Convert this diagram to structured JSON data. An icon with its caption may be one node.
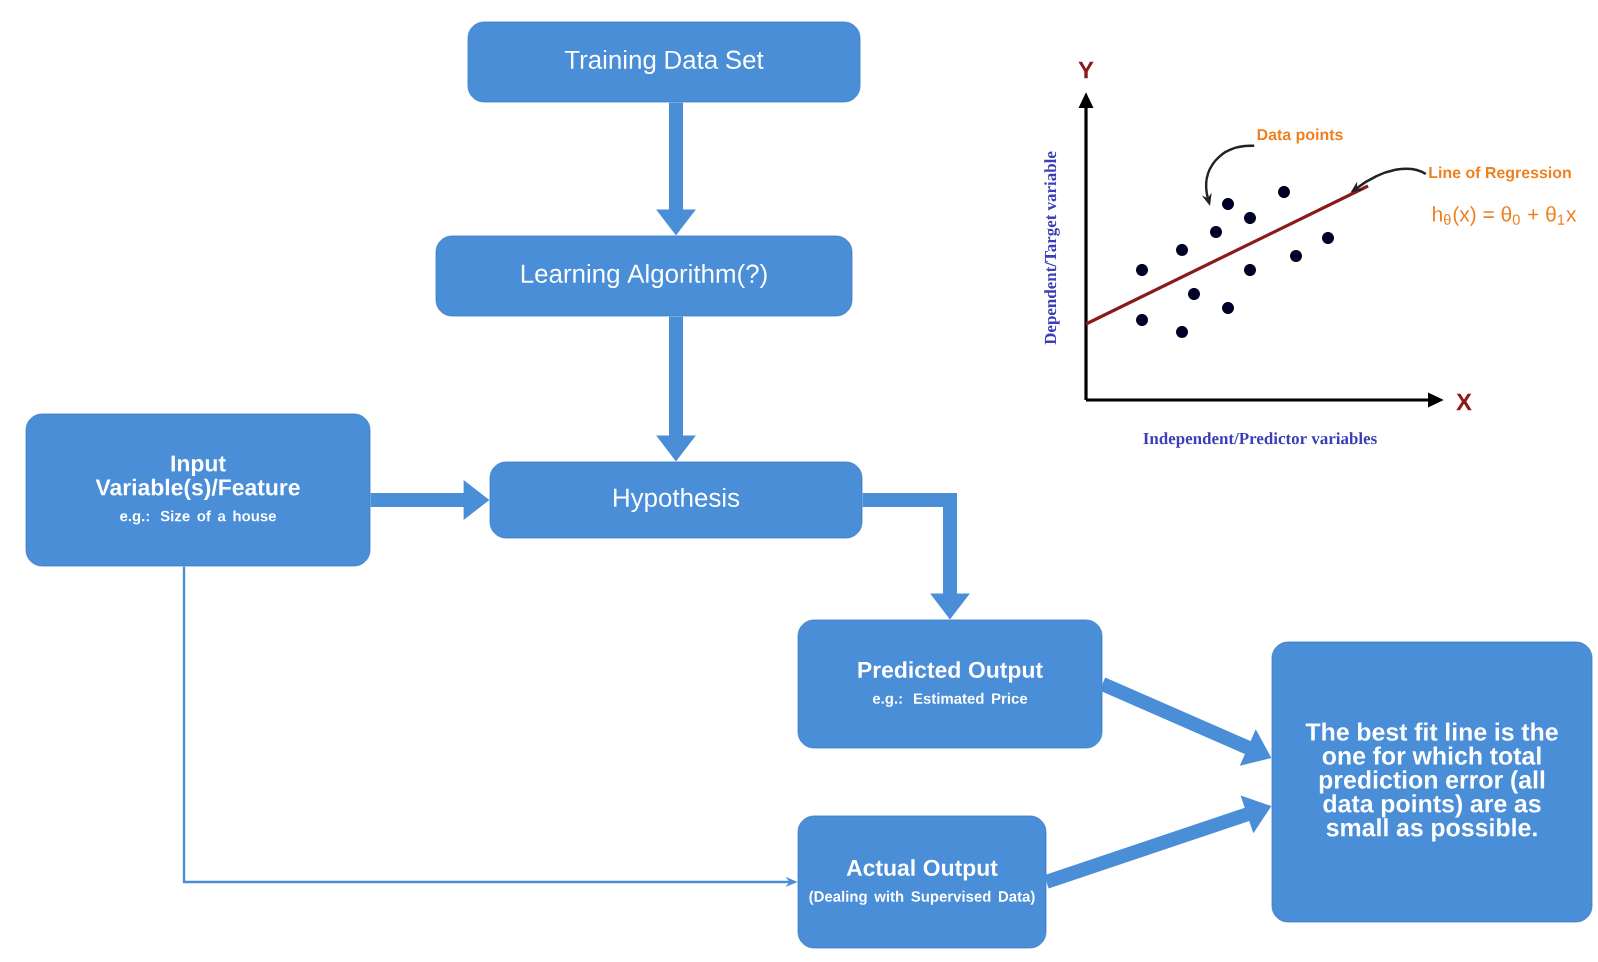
{
  "diagram": {
    "nodes": [
      {
        "text": [
          "Training Data Set"
        ]
      },
      {
        "text": [
          "Learning Algorithm(?)"
        ]
      },
      {
        "text": [
          "Input Variable(s)/Feature",
          "e.g.: Size of a house"
        ]
      },
      {
        "text": [
          "Hypothesis"
        ]
      },
      {
        "text": [
          "Predicted Output",
          "e.g.: Estimated Price"
        ]
      },
      {
        "text": [
          "Actual Output",
          "(Dealing with Supervised Data)"
        ]
      },
      {
        "text": [
          "The best fit line is the one for which total prediction error (all data points) are as small as possible."
        ]
      },
      {
        "text": [
          "Data points"
        ]
      },
      {
        "text": [
          "Line of Regression"
        ]
      },
      {
        "text": [],
        "shape": "line"
      }
    ],
    "edges": [
      {
        "from": 0,
        "to": 1,
        "arrow": "to"
      },
      {
        "from": 1,
        "to": 3,
        "arrow": "to"
      },
      {
        "from": 2,
        "to": 3,
        "arrow": "to"
      },
      {
        "from": 3,
        "to": 4,
        "arrow": "to"
      },
      {
        "from": 2,
        "to": 5,
        "arrow": "to"
      },
      {
        "from": 4,
        "to": 6,
        "arrow": "to"
      },
      {
        "from": 5,
        "to": 6,
        "arrow": "to"
      },
      {
        "from": 7,
        "to": null,
        "arrow": "to",
        "color": "#222222"
      },
      {
        "from": 8,
        "to": 9,
        "arrow": "to",
        "color": "#222222"
      }
    ],
    "labels": [
      "Y",
      "h$_{θ}$(x) = θ$_{0}$ + θ$_{1}$x",
      "Dependent/Target variable",
      "X",
      "Independent/Predictor variables"
    ]
  }
}
